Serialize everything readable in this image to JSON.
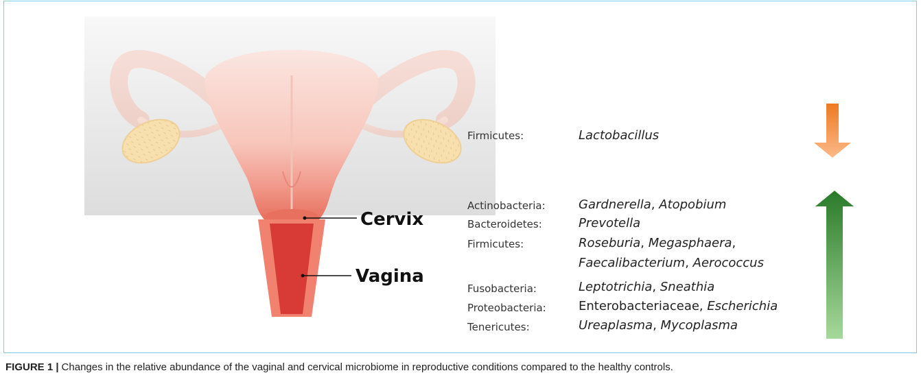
{
  "labels": {
    "cervix": "Cervix",
    "vagina": "Vagina"
  },
  "decreased": {
    "arrow_color": "#f07d22",
    "rows": [
      {
        "phylum": "Firmicutes:",
        "taxa": [
          {
            "text": "Lactobacillus",
            "italic": true
          }
        ]
      }
    ]
  },
  "increased": {
    "arrow_color": "#2e7d32",
    "rows": [
      {
        "phylum": "Actinobacteria:",
        "taxa": [
          {
            "text": "Gardnerella",
            "italic": true
          },
          {
            "text": ", ",
            "italic": false
          },
          {
            "text": "Atopobium",
            "italic": true
          }
        ]
      },
      {
        "phylum": "Bacteroidetes:",
        "taxa": [
          {
            "text": "Prevotella",
            "italic": true
          }
        ]
      },
      {
        "phylum": "Firmicutes:",
        "taxa": [
          {
            "text": "Roseburia",
            "italic": true
          },
          {
            "text": ", ",
            "italic": false
          },
          {
            "text": "Megasphaera",
            "italic": true
          },
          {
            "text": ",",
            "italic": false
          }
        ]
      },
      {
        "phylum": "",
        "taxa": [
          {
            "text": "Faecalibacterium",
            "italic": true
          },
          {
            "text": ", ",
            "italic": false
          },
          {
            "text": "Aerococcus",
            "italic": true
          }
        ]
      },
      {
        "phylum": "Fusobacteria:",
        "taxa": [
          {
            "text": "Leptotrichia",
            "italic": true
          },
          {
            "text": ", ",
            "italic": false
          },
          {
            "text": "Sneathia",
            "italic": true
          }
        ]
      },
      {
        "phylum": "Proteobacteria:",
        "taxa": [
          {
            "text": "Enterobacteriaceae",
            "italic": false
          },
          {
            "text": ", ",
            "italic": false
          },
          {
            "text": "Escherichia",
            "italic": true
          }
        ]
      },
      {
        "phylum": "Tenericutes:",
        "taxa": [
          {
            "text": "Ureaplasma",
            "italic": true
          },
          {
            "text": ", ",
            "italic": false
          },
          {
            "text": "Mycoplasma",
            "italic": true
          }
        ]
      }
    ]
  },
  "caption": {
    "label": "FIGURE 1 |",
    "text": "Changes in the relative abundance of the vaginal and cervical microbiome in reproductive conditions compared to the healthy controls."
  }
}
